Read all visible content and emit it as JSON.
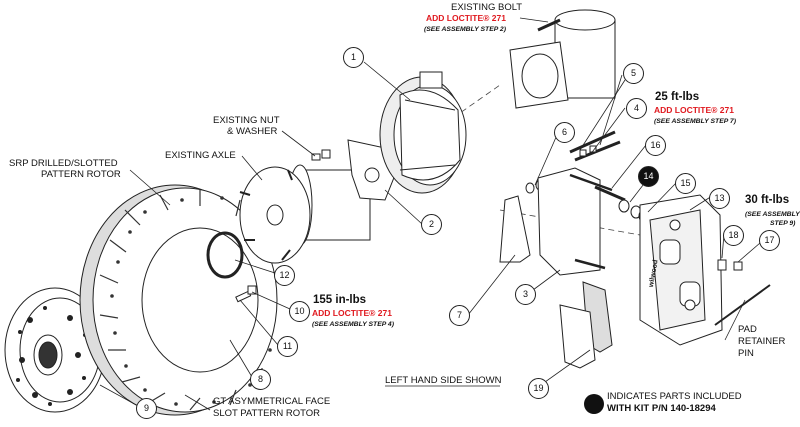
{
  "labels": {
    "existing_bolt": "EXISTING BOLT",
    "existing_nut": "EXISTING NUT",
    "washer": "& WASHER",
    "existing_axle": "EXISTING AXLE",
    "srp_rotor_1": "SRP DRILLED/SLOTTED",
    "srp_rotor_2": "PATTERN ROTOR",
    "gt_rotor_1": "GT ASYMMETRICAL FACE",
    "gt_rotor_2": "SLOT PATTERN ROTOR",
    "pad_pin_1": "PAD",
    "pad_pin_2": "RETAINER",
    "pad_pin_3": "PIN",
    "left_hand": "LEFT HAND SIDE SHOWN",
    "kit_note_1": "INDICATES PARTS INCLUDED",
    "kit_note_2": "WITH KIT P/N 140-18294"
  },
  "notes": {
    "bolt_loctite": "ADD LOCTITE® 271",
    "bolt_step": "(SEE ASSEMBLY STEP 2)",
    "torque_25": "25 ft-lbs",
    "loctite_25": "ADD LOCTITE® 271",
    "step_25": "(SEE ASSEMBLY STEP 7)",
    "torque_30": "30 ft-lbs",
    "step_30a": "(SEE ASSEMBLY",
    "step_30b": "STEP 9)",
    "torque_155": "155 in-lbs",
    "loctite_155": "ADD LOCTITE® 271",
    "step_155": "(SEE ASSEMBLY STEP 4)"
  },
  "callouts": [
    "1",
    "2",
    "3",
    "4",
    "5",
    "6",
    "7",
    "8",
    "9",
    "10",
    "11",
    "12",
    "13",
    "14",
    "15",
    "16",
    "17",
    "18",
    "19"
  ],
  "colors": {
    "loctite_red": "#e0191f",
    "line": "#222222",
    "black_callout": "#111111"
  },
  "caliper_brand": "wilwood"
}
